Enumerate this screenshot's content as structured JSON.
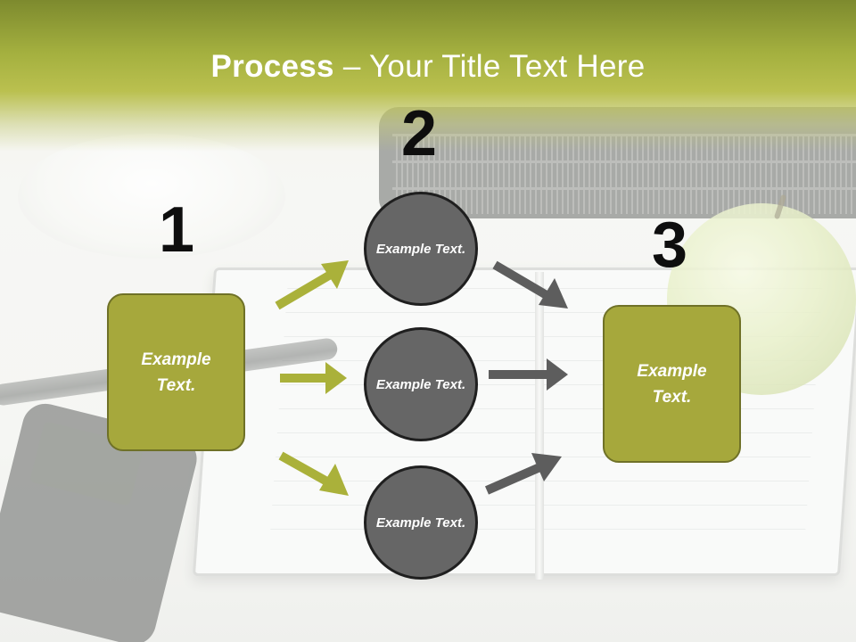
{
  "title": {
    "bold": "Process",
    "rest": " – Your Title Text Here"
  },
  "steps": {
    "one": "1",
    "two": "2",
    "three": "3"
  },
  "boxes": {
    "left": "Example Text.",
    "right": "Example Text."
  },
  "circles": {
    "top": "Example Text.",
    "middle": "Example Text.",
    "bottom": "Example Text."
  },
  "colors": {
    "header_green": "#a4b03f",
    "box_green": "#a6a83c",
    "circle_gray": "#666666",
    "arrow_green": "#aab13a",
    "arrow_gray": "#5d5d5d"
  }
}
